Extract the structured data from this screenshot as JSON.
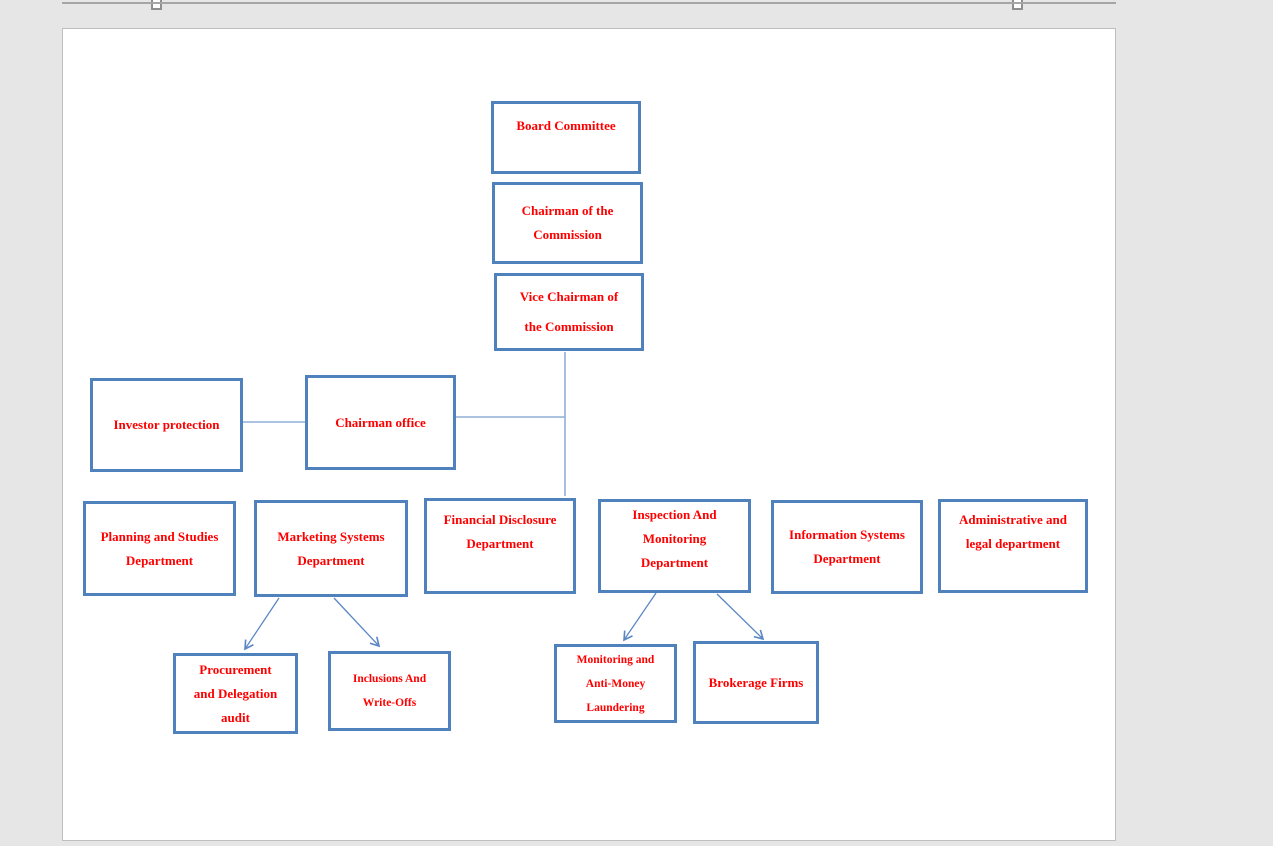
{
  "app": {
    "surface": "word-document-page"
  },
  "styles": {
    "background_color": "#e7e6e6",
    "paper_color": "#ffffff",
    "box_border_color": "#4f81bd",
    "label_color": "#ff0000",
    "connector_color": "#8fafd6",
    "arrow_color": "#5b87c5"
  },
  "org_chart": {
    "nodes": {
      "board_committee": {
        "label": "Board Committee",
        "lines": [
          "Board Committee"
        ]
      },
      "chairman": {
        "label": "Chairman of the Commission",
        "lines": [
          "Chairman of the",
          "Commission"
        ]
      },
      "vice_chairman": {
        "label": "Vice Chairman of the Commission",
        "lines": [
          "Vice Chairman of",
          "the Commission"
        ]
      },
      "investor_protection": {
        "label": "Investor protection",
        "lines": [
          "Investor protection"
        ]
      },
      "chairman_office": {
        "label": "Chairman office",
        "lines": [
          "Chairman office"
        ]
      },
      "planning": {
        "label": "Planning and Studies Department",
        "lines": [
          "Planning and Studies",
          "Department"
        ]
      },
      "marketing": {
        "label": "Marketing Systems Department",
        "lines": [
          "Marketing Systems",
          "Department"
        ]
      },
      "financial": {
        "label": "Financial Disclosure Department",
        "lines": [
          "Financial Disclosure",
          "Department"
        ]
      },
      "inspection": {
        "label": "Inspection And Monitoring Department",
        "lines": [
          "Inspection And",
          "Monitoring",
          "Department"
        ]
      },
      "information": {
        "label": "Information Systems Department",
        "lines": [
          "Information Systems",
          "Department"
        ]
      },
      "administrative": {
        "label": "Administrative and legal department",
        "lines": [
          "Administrative and",
          "legal department"
        ]
      },
      "procurement": {
        "label": "Procurement and Delegation audit",
        "lines": [
          "Procurement",
          "and Delegation",
          "audit"
        ]
      },
      "inclusions": {
        "label": "Inclusions And Write-Offs",
        "lines": [
          "Inclusions And",
          "Write-Offs"
        ]
      },
      "monitoring_aml": {
        "label": "Monitoring and Anti-Money Laundering",
        "lines": [
          "Monitoring and",
          "Anti-Money",
          "Laundering"
        ]
      },
      "brokerage": {
        "label": "Brokerage Firms",
        "lines": [
          "Brokerage Firms"
        ]
      }
    },
    "edges": [
      {
        "from": "vice_chairman",
        "to": "financial",
        "style": "line"
      },
      {
        "from": "investor_protection",
        "to": "chairman_office",
        "style": "line"
      },
      {
        "from": "chairman_office",
        "to": "vice_chairman_trunk",
        "style": "line"
      },
      {
        "from": "marketing",
        "to": "procurement",
        "style": "arrow"
      },
      {
        "from": "marketing",
        "to": "inclusions",
        "style": "arrow"
      },
      {
        "from": "inspection",
        "to": "monitoring_aml",
        "style": "arrow"
      },
      {
        "from": "inspection",
        "to": "brokerage",
        "style": "arrow"
      }
    ]
  }
}
